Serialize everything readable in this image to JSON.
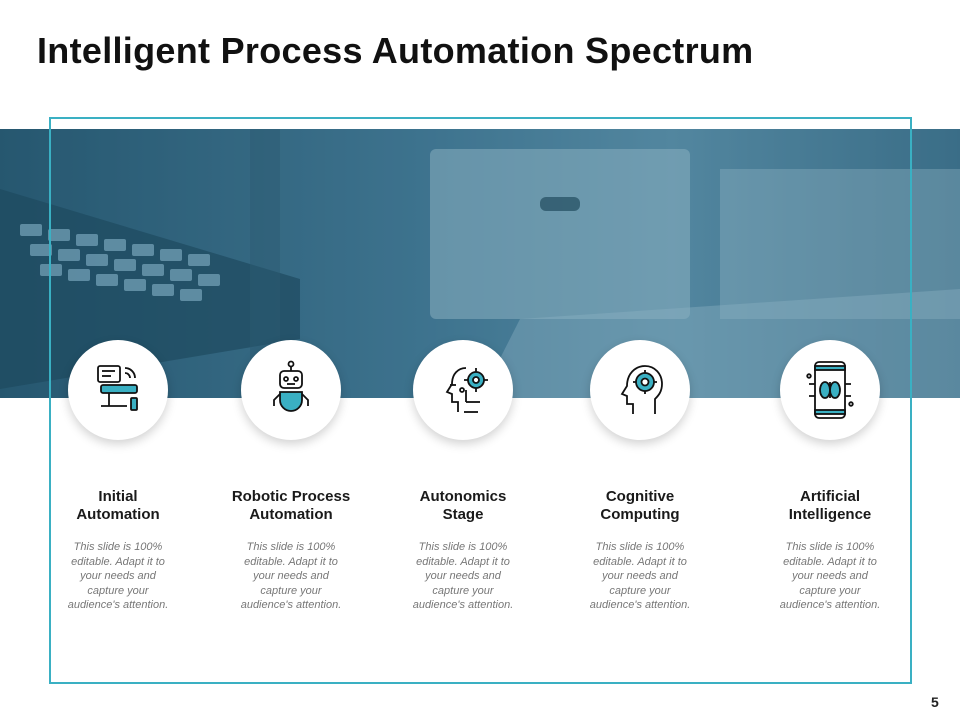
{
  "slide": {
    "title": "Intelligent Process Automation Spectrum",
    "page_number": "5",
    "accent_color": "#3ab0c3",
    "banner_color": "#3f7590",
    "background_image": "desk-laptop-photo",
    "steps": [
      {
        "title": "Initial\nAutomation",
        "icon": "server-network-icon",
        "description": "This slide is 100% editable. Adapt it to your needs and capture your audience's attention."
      },
      {
        "title": "Robotic Process\nAutomation",
        "icon": "robot-icon",
        "description": "This slide is 100% editable. Adapt it to your needs and capture your audience's attention."
      },
      {
        "title": "Autonomics\nStage",
        "icon": "head-gear-circuit-icon",
        "description": "This slide is 100% editable. Adapt it to your needs and capture your audience's attention."
      },
      {
        "title": "Cognitive\nComputing",
        "icon": "brain-gear-icon",
        "description": "This slide is 100% editable. Adapt it to your needs and capture your audience's attention."
      },
      {
        "title": "Artificial\nIntelligence",
        "icon": "ai-phone-brain-icon",
        "description": "This slide is 100% editable. Adapt it to your needs and capture your audience's attention."
      }
    ]
  }
}
